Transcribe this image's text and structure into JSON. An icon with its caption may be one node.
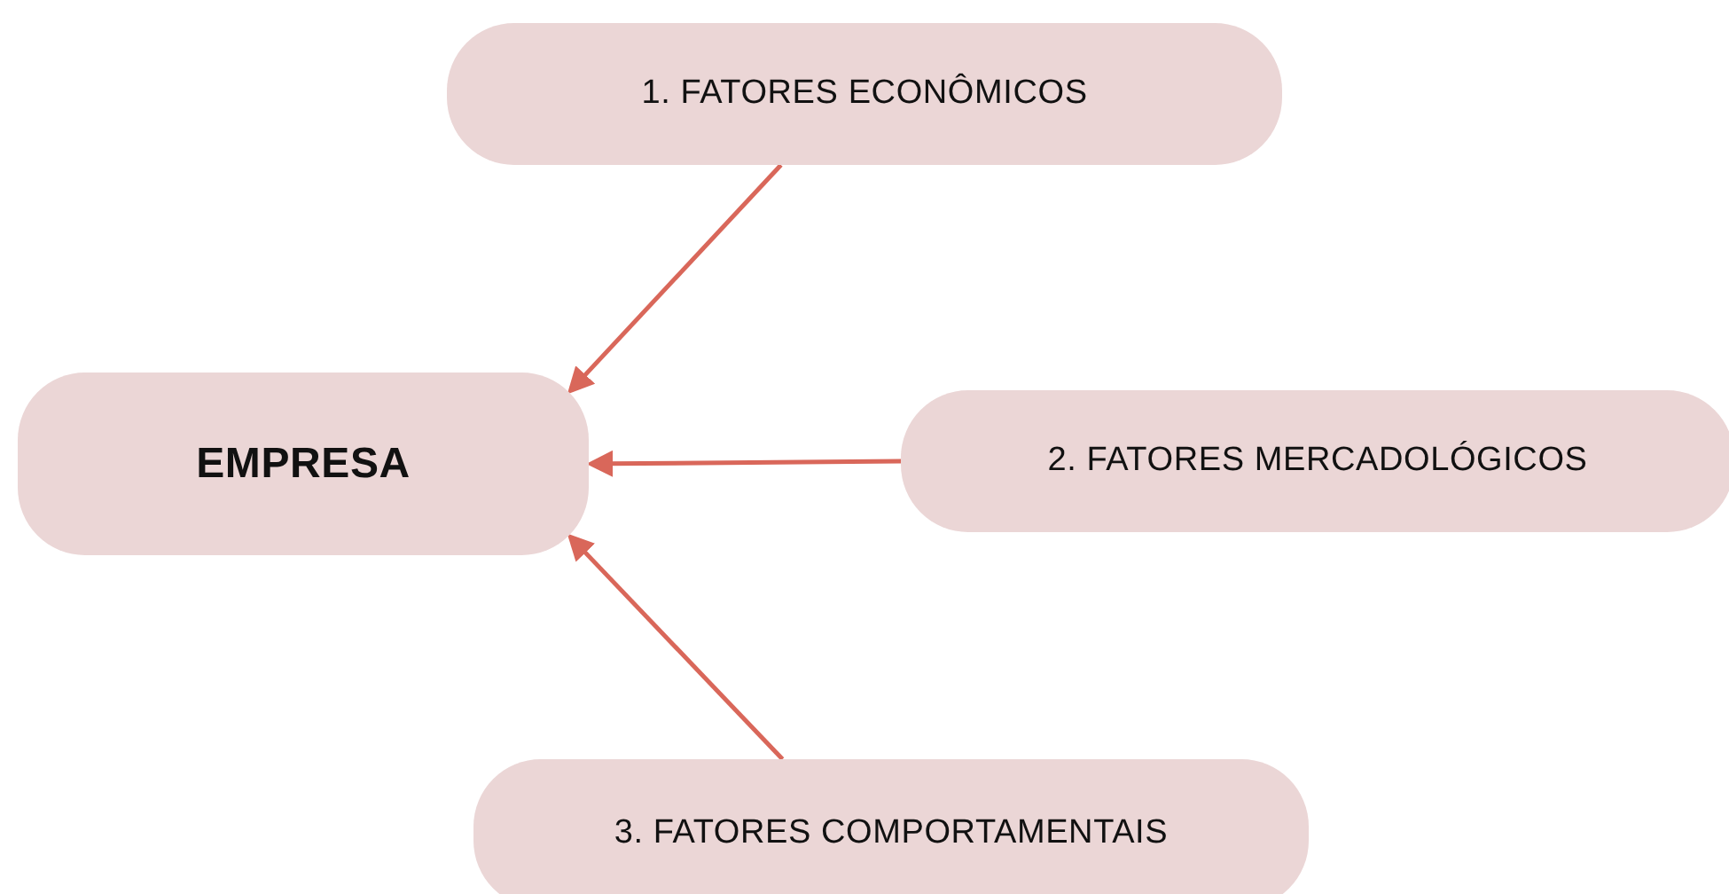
{
  "diagram": {
    "nodes": [
      {
        "text": [
          "1. FATORES ECONÔMICOS"
        ]
      },
      {
        "text": [
          "EMPRESA"
        ]
      },
      {
        "text": [
          "2. FATORES MERCADOLÓGICOS"
        ]
      },
      {
        "text": [
          "3. FATORES COMPORTAMENTAIS"
        ]
      }
    ],
    "edges": [
      {
        "from": 0,
        "to": 1,
        "arrow": "to"
      },
      {
        "from": 2,
        "to": 1,
        "arrow": "to"
      },
      {
        "from": 3,
        "to": 1,
        "arrow": "to"
      }
    ]
  }
}
